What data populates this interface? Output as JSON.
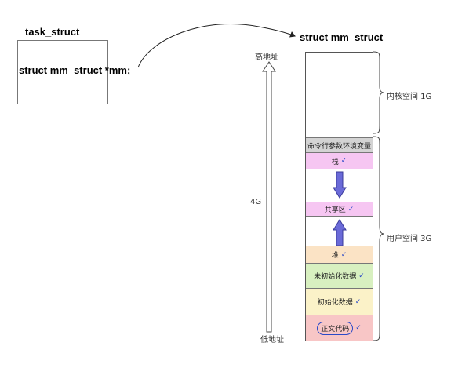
{
  "task_struct": {
    "title": "task_struct",
    "field": "struct mm_struct *mm;"
  },
  "mm_struct": {
    "title": "struct mm_struct"
  },
  "address_axis": {
    "high_label": "高地址",
    "low_label": "低地址",
    "size_label": "4G"
  },
  "regions": {
    "kernel_label": "内核空间 1G",
    "user_label": "用户空间 3G"
  },
  "segments": [
    {
      "label": "命令行参数环境变量",
      "color": "#d3d3d3",
      "checked": false
    },
    {
      "label": "栈",
      "color": "#f6c6f2",
      "checked": true
    },
    {
      "label": "共享区",
      "color": "#f6c6f2",
      "checked": true
    },
    {
      "label": "堆",
      "color": "#fbe3c5",
      "checked": true
    },
    {
      "label": "未初始化数据",
      "color": "#d8f0c0",
      "checked": true
    },
    {
      "label": "初始化数据",
      "color": "#fbf2c8",
      "checked": true
    },
    {
      "label": "正文代码",
      "color": "#f8c6c6",
      "checked": true
    }
  ],
  "colors": {
    "arrow_fill": "#6a6ad8",
    "arrow_stroke": "#3b3b9a",
    "check_mark": "#2b4ac8"
  },
  "icons": {
    "down_arrow": "down-arrow-icon",
    "up_arrow": "up-arrow-icon",
    "check": "check-icon",
    "address_arrow": "address-arrow-icon"
  }
}
